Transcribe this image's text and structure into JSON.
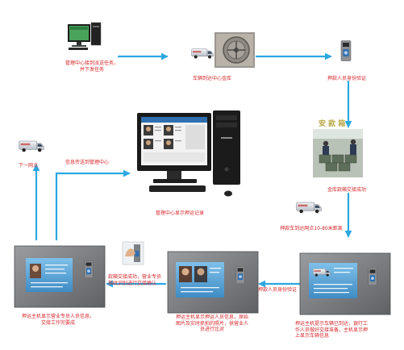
{
  "colors": {
    "arrow": "#2aa8e0",
    "label": "#d8262a",
    "panel": "#7d7f82",
    "screen": "#5aa6d6",
    "monitor": "#1c1c1c"
  },
  "labels": {
    "mgmt_dispatch": "管理中心接到派送任务，\n并下发任务",
    "vehicle_arrive": "车辆到达中心金库",
    "escort_verify_1": "押款人员身份验证",
    "info_to_mgmt": "信息传送到管理中心",
    "next_point": "下一网点",
    "mgmt_display": "管理中心显示押运记录",
    "vault_handover": "金库款箱交接成功",
    "arrive_branch": "押款车到达网点10-80米距离",
    "escort_verify_2": "押款人员身份验证",
    "handover_confirm": "款箱交接成功，营业专员\n指纹识别进行交接确认",
    "host_show_staff": "押运主机显示营业专员人员信息，\n交接工作完要成",
    "host_show_escort": "押运主机显示押运人员信息，原始\n图片及实时抓拍的照片，供营业人\n员进行比对",
    "host_show_arrival": "押运主机提示车辆已到达，银行工\n作人员做好交接准备，主机显示押\n上显示车辆信息"
  },
  "icons": [
    "computer-icon",
    "armored-van-icon",
    "vault-door-icon",
    "fingerprint-reader-icon",
    "monitoring-workstation-icon",
    "cash-boxes-icon",
    "escort-host-panel-icon"
  ]
}
